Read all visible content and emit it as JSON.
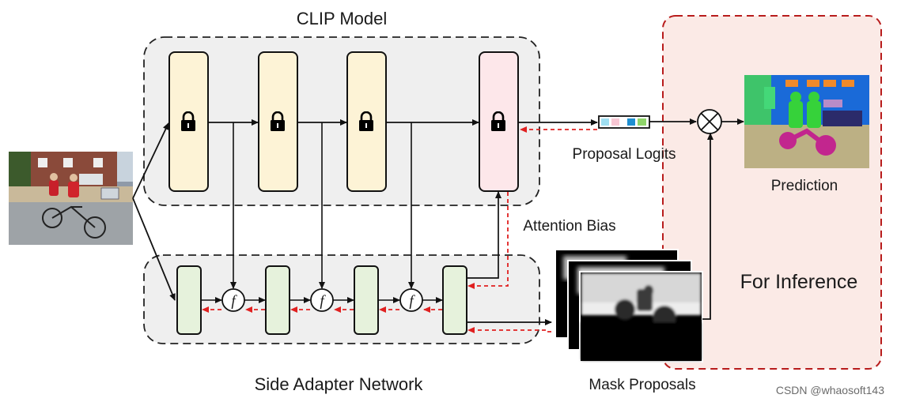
{
  "clip": {
    "title": "CLIP Model"
  },
  "san": {
    "title": "Side Adapter Network"
  },
  "labels": {
    "proposal_logits": "Proposal Logits",
    "attention_bias": "Attention Bias",
    "mask_proposals": "Mask Proposals",
    "prediction": "Prediction",
    "for_inference": "For Inference",
    "fusion_symbol": "f"
  },
  "watermark": "CSDN @whaosoft143",
  "colors": {
    "clip_block": "#fdf3d6",
    "clip_last_block": "#fde7ea",
    "san_block": "#e6f2dc",
    "group_bg": "#efefef",
    "inference_bg": "#fbeae6",
    "inference_border": "#b81c1c",
    "red_arrow": "#e02020",
    "logit_cells": [
      "#9fdff2",
      "#f7c6d3",
      "#ffffff",
      "#1f8fd1",
      "#8fd46a"
    ]
  },
  "icons": {
    "frozen": "lock-icon",
    "product": "circle-times-icon",
    "fusion": "fusion-f-icon"
  }
}
